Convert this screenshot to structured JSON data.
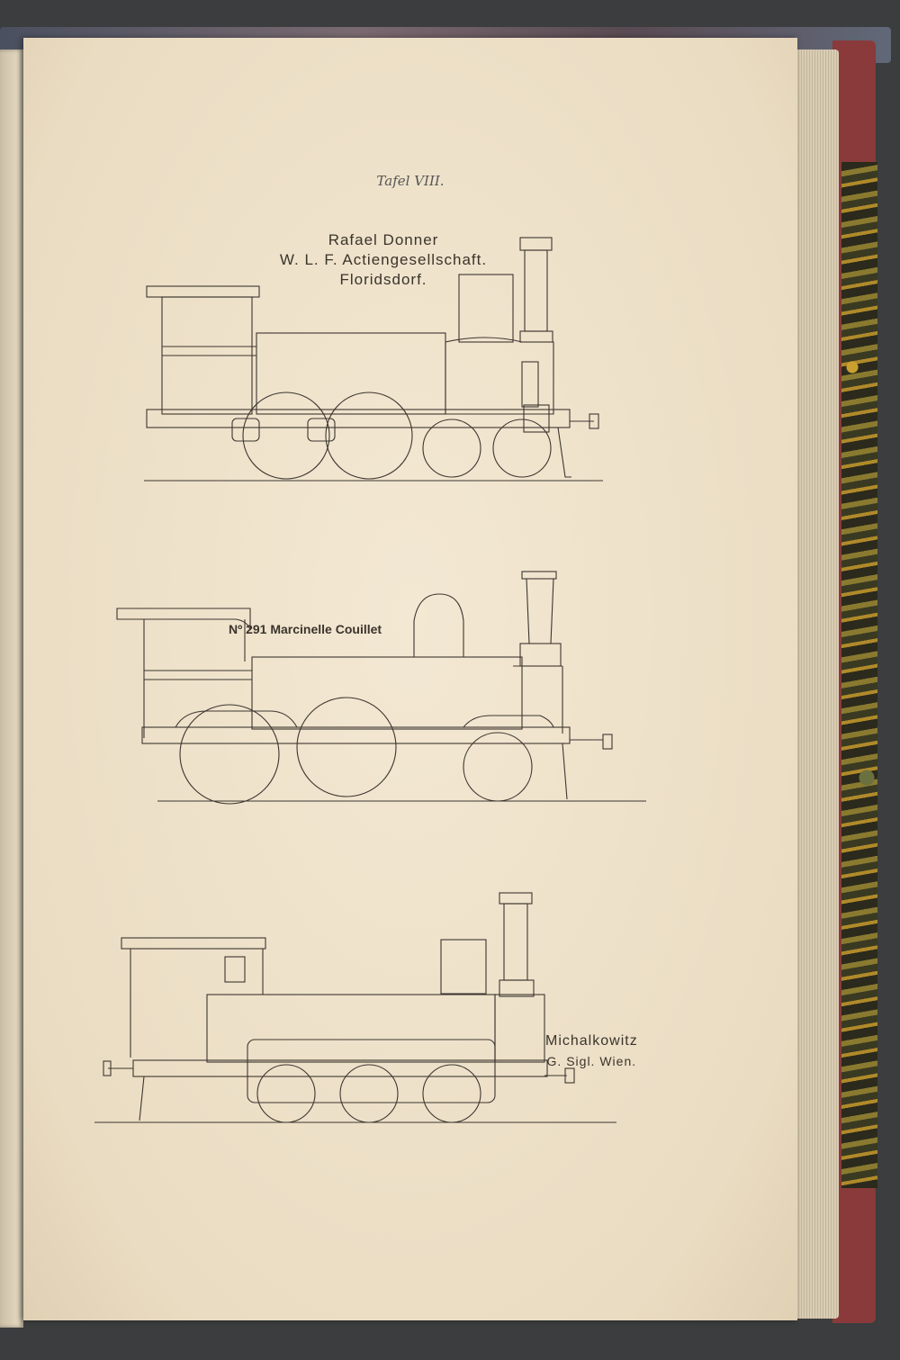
{
  "plate_title": "Tafel VIII.",
  "figures": [
    {
      "caption_lines": [
        "Rafael Donner",
        "W. L. F. Actiengesellschaft.",
        "Floridsdorf."
      ]
    },
    {
      "caption_lines": [
        "Nº 291 Marcinelle Couillet"
      ]
    },
    {
      "caption_lines": [
        "Michalkowitz",
        "G. Sigl. Wien."
      ]
    }
  ]
}
